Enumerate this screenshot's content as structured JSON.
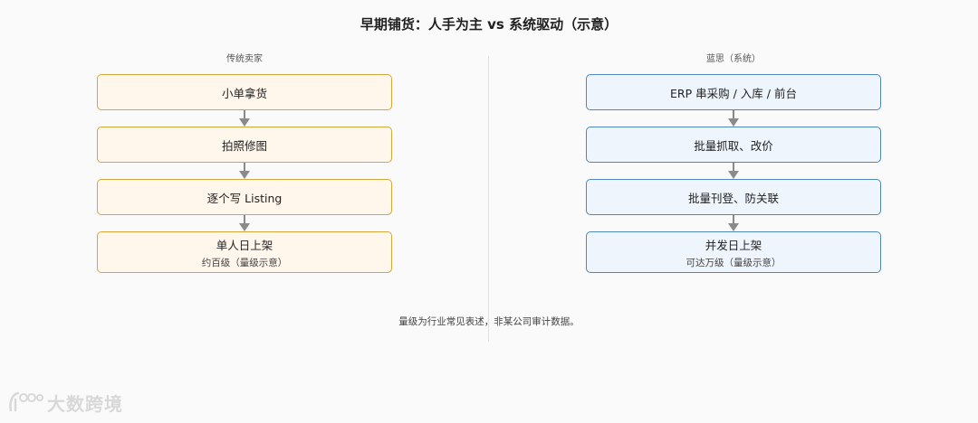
{
  "title": "早期铺货：人手为主 vs 系统驱动（示意）",
  "left_column": {
    "header": "传统卖家",
    "steps": [
      {
        "label": "小单拿货"
      },
      {
        "label": "拍照修图"
      },
      {
        "label": "逐个写 Listing"
      },
      {
        "label": "单人日上架",
        "sub": "约百级（量级示意）"
      }
    ]
  },
  "right_column": {
    "header": "蓝思（系统）",
    "steps": [
      {
        "label": "ERP 串采购 / 入库 / 前台"
      },
      {
        "label": "批量抓取、改价"
      },
      {
        "label": "批量刊登、防关联"
      },
      {
        "label": "并发日上架",
        "sub": "可达万级（量级示意）"
      }
    ]
  },
  "footnote": "量级为行业常见表述，非某公司审计数据。",
  "watermark": {
    "text": "大数跨境",
    "icon": "brand-logo-icon"
  },
  "colors": {
    "left_fill": "#fff6ec",
    "left_border": "#d4a63c",
    "right_fill": "#eef5fd",
    "right_border": "#4f86bd",
    "arrow": "#8a8a8a"
  }
}
